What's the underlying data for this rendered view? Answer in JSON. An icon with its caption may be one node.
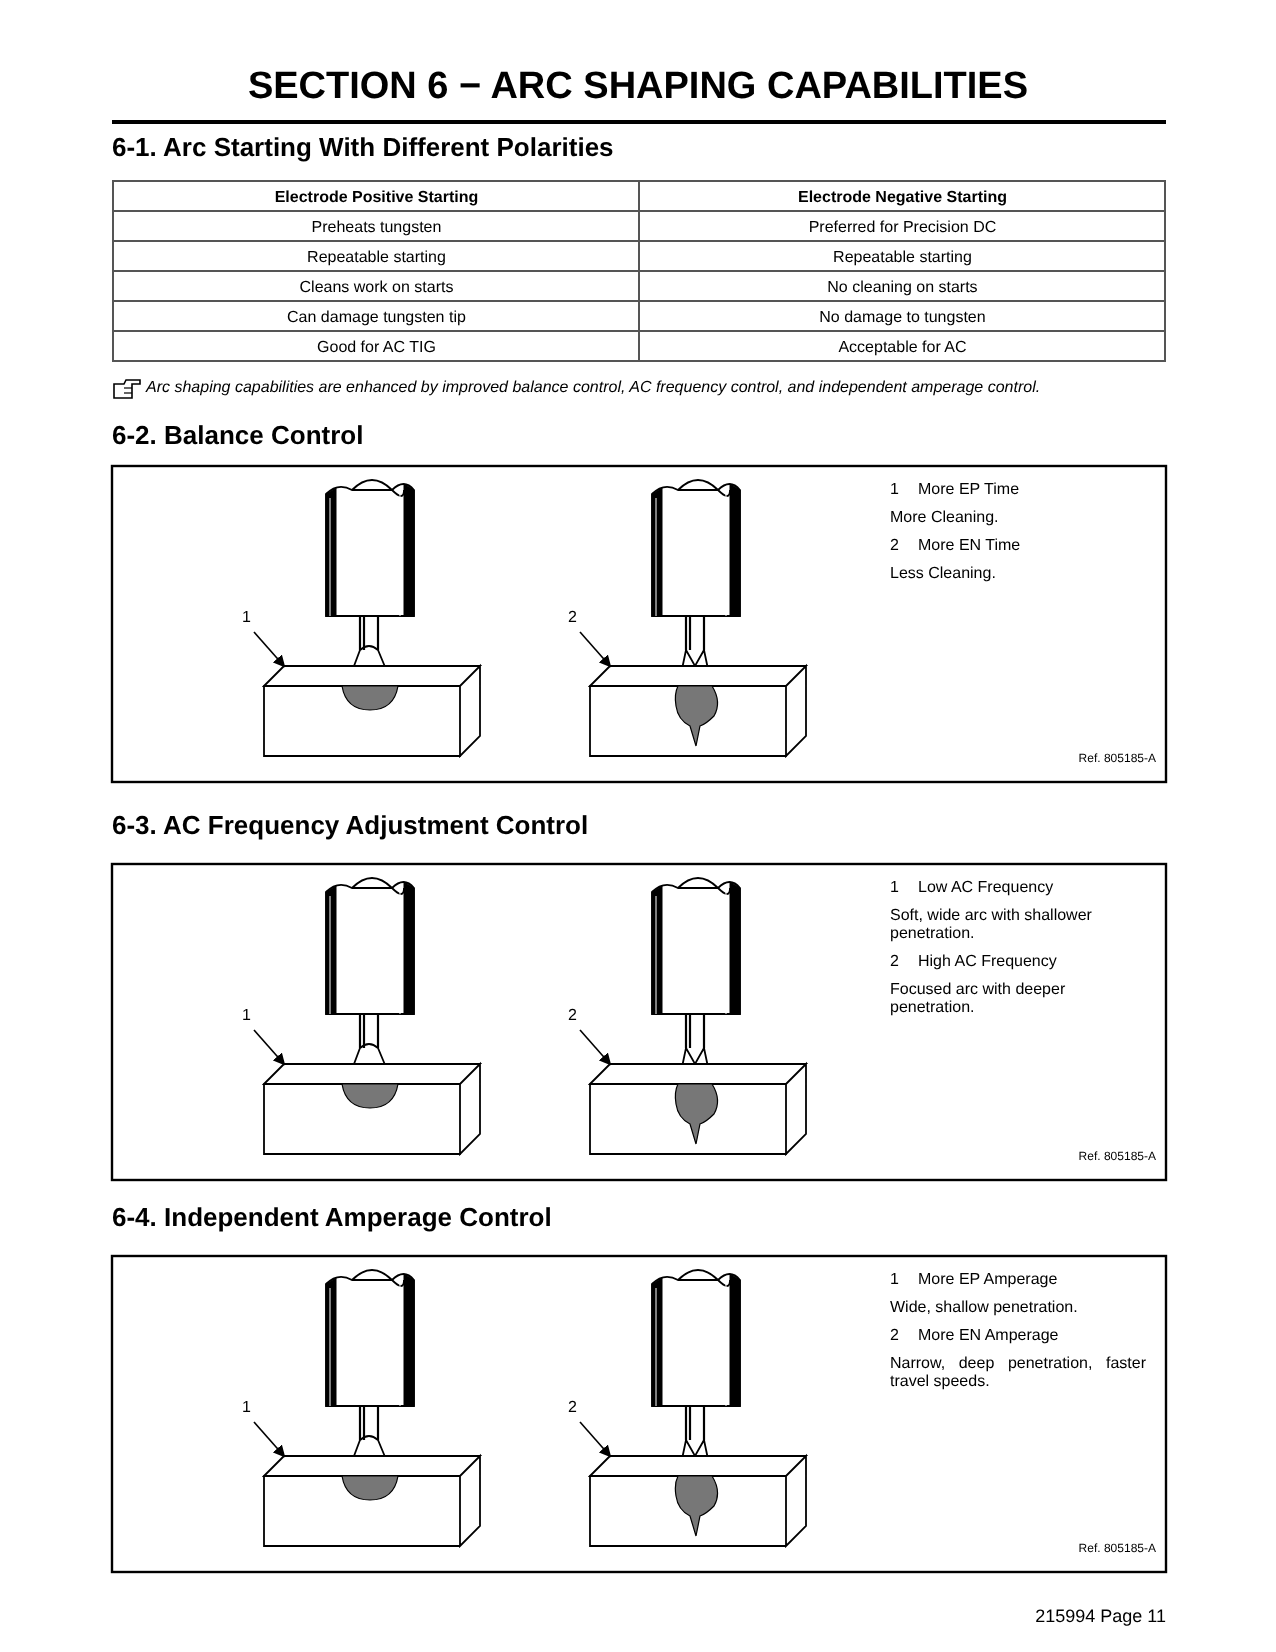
{
  "diagram": {
    "title": "SECTION 6 − ARC SHAPING CAPABILITIES",
    "nodes": [
      {
        "text": [
          "1"
        ]
      },
      {
        "text": [],
        "shape": "box"
      },
      {
        "text": [
          "2"
        ]
      },
      {
        "text": [],
        "shape": "box"
      },
      {
        "text": [
          "1"
        ]
      },
      {
        "text": [],
        "shape": "box"
      },
      {
        "text": [
          "2"
        ]
      },
      {
        "text": [],
        "shape": "box"
      },
      {
        "text": [
          "1"
        ]
      },
      {
        "text": [],
        "shape": "box"
      },
      {
        "text": [
          "2"
        ]
      },
      {
        "text": [],
        "shape": "box"
      }
    ],
    "edges": [
      {
        "from": 0,
        "to": 1,
        "arrow": "to"
      },
      {
        "from": 2,
        "to": 3,
        "arrow": "to"
      },
      {
        "from": 4,
        "to": 5,
        "arrow": "to"
      },
      {
        "from": 6,
        "to": 7,
        "arrow": "to"
      },
      {
        "from": 8,
        "to": 9,
        "arrow": "to"
      },
      {
        "from": 10,
        "to": 11,
        "arrow": "to"
      }
    ],
    "labels": [
      "6-1. Arc Starting With Different Polarities",
      "Electrode Positive Starting",
      "Electrode Negative Starting",
      "Preheats tungsten",
      "Preferred for Precision DC",
      "Repeatable starting",
      "Repeatable starting",
      "Cleans work on starts",
      "No cleaning on starts",
      "Can damage tungsten tip",
      "No damage to tungsten",
      "Good for AC TIG",
      "Acceptable for AC",
      "Arc shaping capabilities are enhanced by improved balance control, AC frequency control, and independent amperage control.",
      "6-2. Balance Control",
      "1",
      "More EP Time",
      "More Cleaning.",
      "2",
      "More EN Time",
      "Less Cleaning.",
      "Ref. 805185-A",
      "6-3. AC Frequency Adjustment Control",
      "1",
      "Low AC Frequency",
      "Soft, wide arc with shallower penetration.",
      "2",
      "High AC Frequency",
      "Focused arc with deeper penetration.",
      "Ref. 805185-A",
      "6-4. Independent Amperage Control",
      "1",
      "More EP Amperage",
      "Wide, shallow penetration.",
      "2",
      "More EN Amperage",
      "Narrow, deep penetration, faster travel speeds.",
      "Ref. 805185-A",
      "215994 Page 11"
    ]
  }
}
